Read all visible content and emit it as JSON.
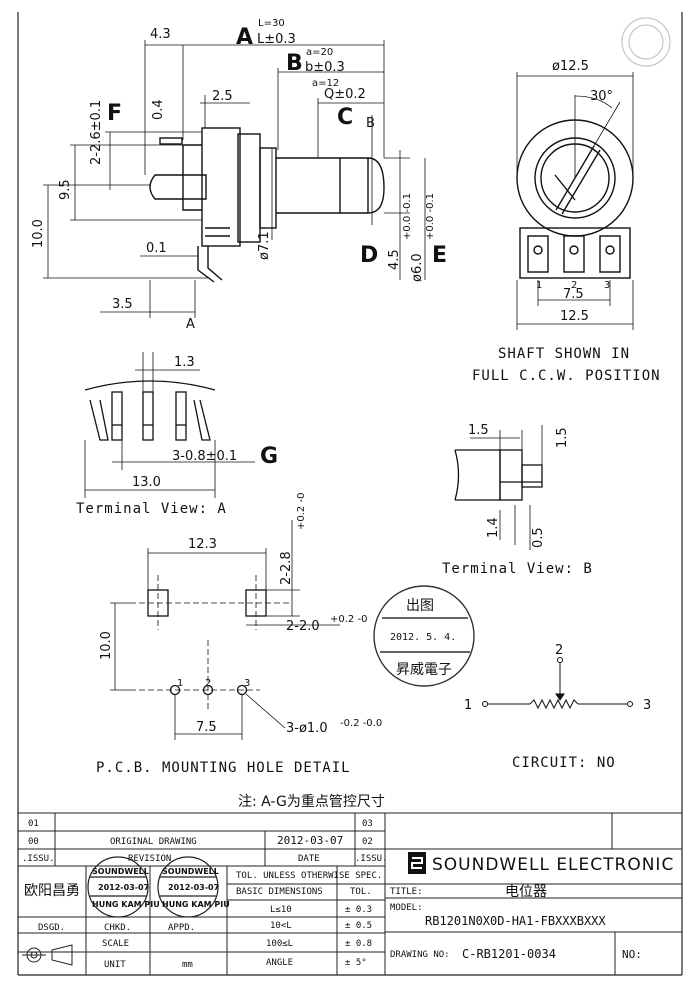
{
  "main_view": {
    "dim_A_label": "A",
    "dim_A_note": "L=30",
    "dim_A_value": "L±0.3",
    "dim_B_label": "B",
    "dim_B_note": "a=20",
    "dim_B_value": "b±0.3",
    "dim_C_label": "C",
    "dim_C_note": "a=12",
    "dim_C_value": "Q±0.2",
    "dim_D_label": "D",
    "dim_E_label": "E",
    "dim_F_label": "F",
    "dim_4_3": "4.3",
    "dim_2_5": "2.5",
    "dim_0_4": "0.4",
    "dim_2_6": "2-2.6±0.1",
    "dim_9_5": "9.5",
    "dim_10_0": "10.0",
    "dim_0_1": "0.1",
    "dim_3_5": "3.5",
    "dim_7_1": "ø7.1",
    "dim_4_5": "4.5",
    "dim_4_5_tol": "+0.0 -0.1",
    "dim_6_0": "ø6.0",
    "dim_6_0_tol": "+0.0 -0.1",
    "view_mark_A": "A",
    "view_mark_B": "B"
  },
  "front_view": {
    "dim_12_5_top": "ø12.5",
    "angle_30": "30°",
    "dim_7_5": "7.5",
    "dim_12_5_bottom": "12.5",
    "pin_1": "1",
    "pin_2": "2",
    "pin_3": "3",
    "caption_line1": "SHAFT SHOWN IN",
    "caption_line2": "FULL C.C.W. POSITION"
  },
  "terminal_view_A": {
    "dim_1_3": "1.3",
    "dim_0_8": "3-0.8±0.1",
    "dim_G_label": "G",
    "dim_13_0": "13.0",
    "caption": "Terminal View: A"
  },
  "terminal_view_B": {
    "dim_1_5_left": "1.5",
    "dim_1_5_right": "1.5",
    "dim_1_4": "1.4",
    "dim_0_5": "0.5",
    "caption": "Terminal View: B"
  },
  "pcb_detail": {
    "dim_12_3": "12.3",
    "dim_2_8": "2-2.8",
    "dim_2_8_tol": "+0.2 -0",
    "dim_10_0": "10.0",
    "dim_2_0": "2-2.0",
    "dim_2_0_tol": "+0.2 -0",
    "dim_7_5": "7.5",
    "dim_hole": "3-ø1.0",
    "dim_hole_tol": "-0.2 -0.0",
    "hole_1": "1",
    "hole_2": "2",
    "hole_3": "3",
    "caption": "P.C.B. MOUNTING HOLE DETAIL"
  },
  "circuit": {
    "label": "CIRCUIT: NO",
    "node_1": "1",
    "node_2": "2",
    "node_3": "3"
  },
  "note": "注: A-G为重点管控尺寸",
  "stamp_main": {
    "line1": "出图",
    "date": "2012. 5.  4.",
    "line3": "昇威電子"
  },
  "title_block": {
    "rev_rows": [
      {
        "left": "01",
        "right": "03"
      },
      {
        "left": "00",
        "desc": "ORIGINAL  DRAWING",
        "date": "2012-03-07",
        "right": "02"
      }
    ],
    "issu": ".ISSU.",
    "revision": "REVISION",
    "date_header": "DATE",
    "issu_right": ".ISSU.",
    "brand": "SOUNDWELL  ELECTRONIC",
    "signer": "欧阳昌勇",
    "tol_header": "TOL. UNLESS OTHERWISE SPEC.",
    "basic_dims": "BASIC DIMENSIONS",
    "tol_col": "TOL.",
    "tol_rows": [
      {
        "range": "L≤10",
        "tol": "± 0.3"
      },
      {
        "range": "10<L",
        "tol": "± 0.5"
      },
      {
        "range": "100≤L",
        "tol": "± 0.8"
      },
      {
        "range": "ANGLE",
        "tol": "± 5°"
      }
    ],
    "title_label": "TITLE:",
    "title_value": "电位器",
    "model_label": "MODEL:",
    "model_value": "RB1201N0X0D-HA1-FBXXXBXXX",
    "dsgd": "DSGD.",
    "chkd": "CHKD.",
    "appd": "APPD.",
    "scale": "SCALE",
    "unit": "UNIT",
    "unit_value": "mm",
    "drawing_no_label": "DRAWING NO:",
    "drawing_no_value": "C-RB1201-0034",
    "no_label": "NO:",
    "stamp_small_top": "SOUNDWELL",
    "stamp_small_date": "2012-03-07",
    "stamp_small_bottom": "HUNG KAM PIU"
  }
}
